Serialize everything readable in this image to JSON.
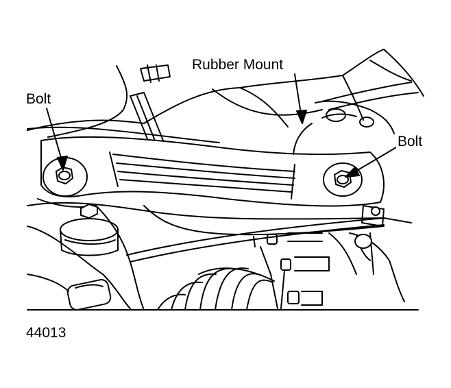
{
  "labels": {
    "bolt_left": "Bolt",
    "rubber_mount": "Rubber Mount",
    "bolt_right": "Bolt"
  },
  "figure_id": "44013",
  "colors": {
    "ink": "#000000",
    "paper": "#ffffff"
  }
}
